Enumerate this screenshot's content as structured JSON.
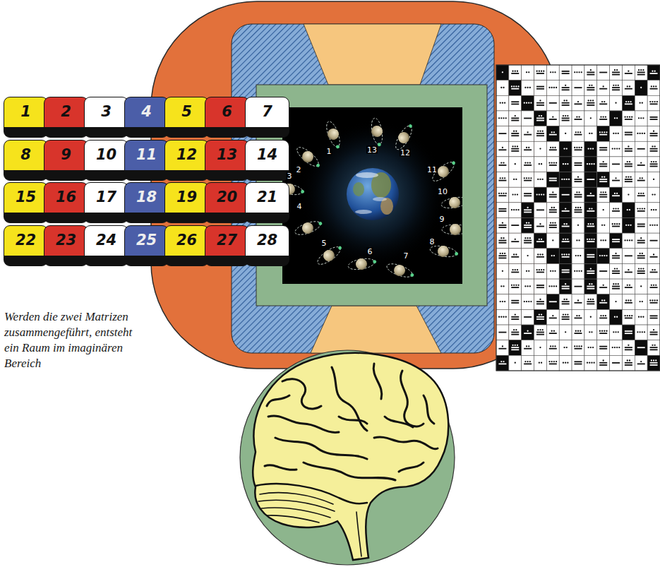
{
  "diagram": {
    "caption": "Werden die zwei Matrizen zusammengeführt, entsteht ein Raum im imaginären Bereich",
    "nodes": [
      {
        "text": [
          "1"
        ]
      },
      {
        "text": [
          "2"
        ]
      },
      {
        "text": [
          "3"
        ]
      },
      {
        "text": [
          "4"
        ]
      },
      {
        "text": [
          "5"
        ]
      },
      {
        "text": [
          "6"
        ]
      },
      {
        "text": [
          "7"
        ]
      },
      {
        "text": [
          "8"
        ]
      },
      {
        "text": [
          "9"
        ]
      },
      {
        "text": [
          "10"
        ]
      },
      {
        "text": [
          "11"
        ]
      },
      {
        "text": [
          "12"
        ]
      },
      {
        "text": [
          "13"
        ]
      },
      {
        "text": [
          "14"
        ]
      },
      {
        "text": [
          "15"
        ]
      },
      {
        "text": [
          "16"
        ]
      },
      {
        "text": [
          "17"
        ]
      },
      {
        "text": [
          "18"
        ]
      },
      {
        "text": [
          "19"
        ]
      },
      {
        "text": [
          "20"
        ]
      },
      {
        "text": [
          "21"
        ]
      },
      {
        "text": [
          "22"
        ]
      },
      {
        "text": [
          "23"
        ]
      },
      {
        "text": [
          "24"
        ]
      },
      {
        "text": [
          "25"
        ]
      },
      {
        "text": [
          "26"
        ]
      },
      {
        "text": [
          "27"
        ]
      },
      {
        "text": [
          "28"
        ]
      }
    ],
    "labels": [
      "1",
      "2",
      "3",
      "4",
      "5",
      "6",
      "7",
      "8",
      "9",
      "10",
      "11",
      "12",
      "13"
    ]
  }
}
